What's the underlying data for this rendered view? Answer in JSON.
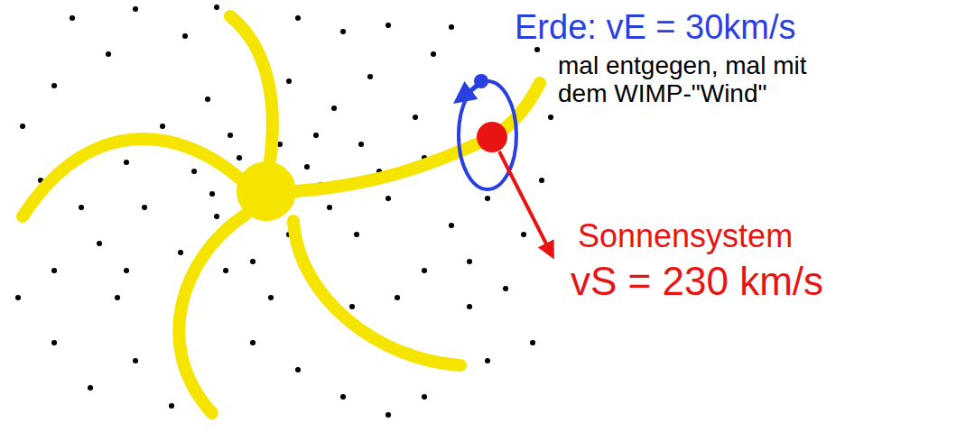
{
  "diagram": {
    "labels": [
      "Erde: vE = 30km/s",
      "mal entgegen, mal mit dem WIMP-\"Wind\"",
      "Sonnensystem",
      "vS = 230 km/s"
    ]
  }
}
